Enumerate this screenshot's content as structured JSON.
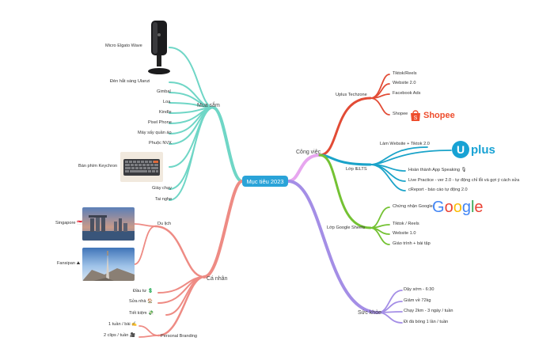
{
  "root": "Mục tiêu 2023",
  "colors": {
    "root": "#2aa3d8",
    "mua_sam": "#6fd6c6",
    "ca_nhan": "#ee8b84",
    "cong_viec": "#e7a6ef",
    "uplus_techzone": "#e24b35",
    "lop_ielts": "#1aa3c9",
    "lop_google": "#74c233",
    "suc_khoe": "#a48ee6"
  },
  "branches": {
    "mua_sam": {
      "label": "Mua sắm",
      "items": [
        "Micro Elgato Wave",
        "Đèn hắt sáng Ulanzi",
        "Gimbal",
        "Loa",
        "Kindle",
        "Pixel Phone",
        "Máy sấy quần áo",
        "Phuộc NVX",
        "Bàn phím Keychron",
        "Giày chạy",
        "Tai nghe"
      ]
    },
    "ca_nhan": {
      "label": "Cá nhân",
      "du_lich": {
        "label": "Du lịch",
        "items": [
          "Singapore 🇸🇬",
          "Fansipan ⛰"
        ]
      },
      "items": [
        "Đầu tư 💲",
        "Sửa nhà 🏠",
        "Tiết kiệm 💸"
      ],
      "branding": {
        "label": "Personal Branding",
        "items": [
          "1 tuần / bài ✍",
          "2 clips / tuần 🎥"
        ]
      }
    },
    "cong_viec": {
      "label": "Công việc",
      "uplus_techzone": {
        "label": "Uplus Techzone",
        "items": [
          "Tiktok/Reels",
          "Website 2.0",
          "Facebook Ads",
          "Shopee"
        ]
      },
      "lop_ielts": {
        "label": "Lớp IELTS",
        "items": [
          "Làm Website + Tiktok 2.0",
          "Hoàn thành App Speaking 🎙",
          "Live Practice - ver 2.0 - tự động chỉ lỗi và gợi ý cách sửa",
          "cReport - báo cáo tự động 2.0"
        ]
      },
      "lop_google": {
        "label": "Lớp Google Sheets",
        "items": [
          "Chứng nhận Google",
          "Tiktok / Reels",
          "Website 1.0",
          "Giáo trình + bài tập"
        ]
      }
    },
    "suc_khoe": {
      "label": "Sức khỏe",
      "items": [
        "Dậy sớm - 6:30",
        "Giảm về 72kg",
        "Chạy 2km - 3 ngày / tuần",
        "Đi đá bóng 1 lần / tuần"
      ]
    }
  },
  "logos": {
    "shopee": "Shopee",
    "uplus": "plus",
    "google": "Google"
  }
}
